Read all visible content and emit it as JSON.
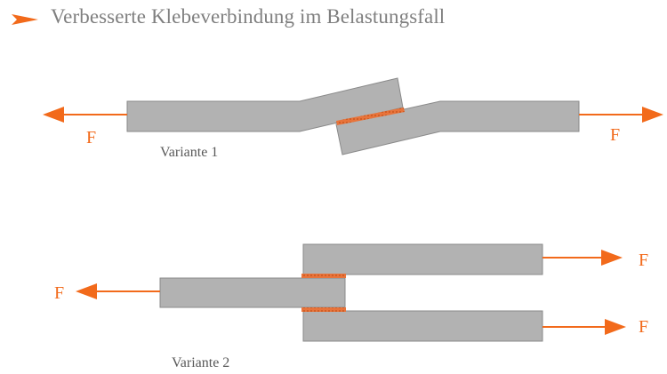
{
  "title": "Verbesserte Klebeverbindung im Belastungsfall",
  "variant1": {
    "label": "Variante 1",
    "force_left": "F",
    "force_right": "F"
  },
  "variant2": {
    "label": "Variante 2",
    "force_left": "F",
    "force_right_top": "F",
    "force_right_bottom": "F"
  },
  "colors": {
    "accent": "#f26a1b",
    "part_fill": "#b2b2b2",
    "part_stroke": "#8a8a8a",
    "adhesive": "#e8743b",
    "label": "#595959",
    "title": "#7f7f7f"
  }
}
